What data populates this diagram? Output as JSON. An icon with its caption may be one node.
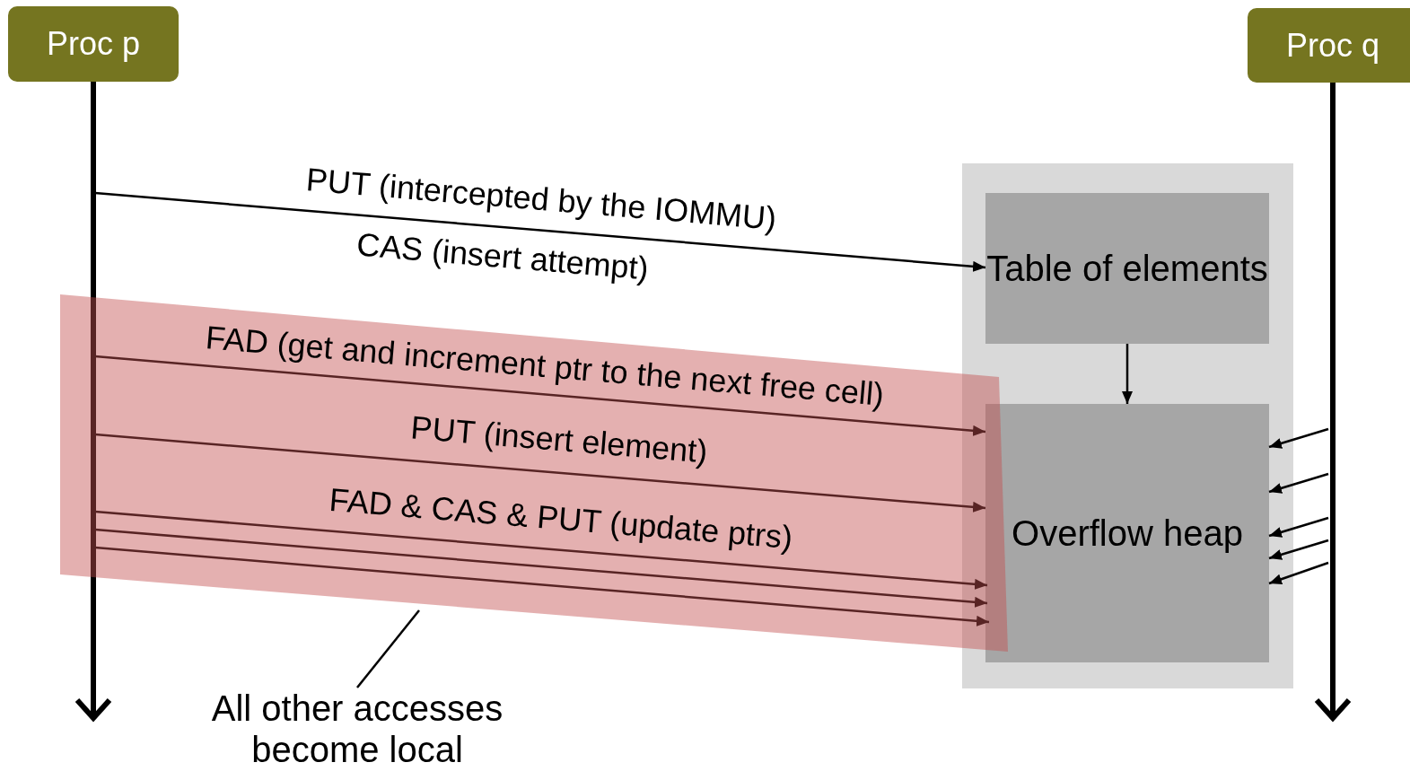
{
  "diagram": {
    "nodes": [
      {
        "text": [
          "Proc p"
        ]
      },
      {
        "text": [
          "Proc q"
        ]
      },
      {
        "text": [],
        "shape": "box"
      },
      {
        "text": [
          "Table of elements"
        ],
        "in": 2
      },
      {
        "text": [
          "Overflow heap"
        ],
        "in": 2
      },
      {
        "text": [],
        "shape": "band"
      },
      {
        "text": [
          "All other accesses become local"
        ]
      }
    ],
    "edges": [
      {
        "from": 0,
        "to": null,
        "arrow": "to",
        "style": "thick"
      },
      {
        "from": 1,
        "to": null,
        "arrow": "to",
        "style": "thick"
      },
      {
        "from": null,
        "to": 3,
        "arrow": "to",
        "label": "PUT (intercepted by the IOMMU)"
      },
      {
        "from": 3,
        "to": 4,
        "arrow": "to"
      },
      {
        "from": 5,
        "to": 4,
        "arrow": "to",
        "label": "FAD (get and increment ptr to the next free cell)"
      },
      {
        "from": 5,
        "to": 4,
        "arrow": "to",
        "label": "PUT (insert element)"
      },
      {
        "from": 5,
        "to": 4,
        "arrow": "to",
        "label": "FAD & CAS & PUT (update ptrs)"
      },
      {
        "from": 5,
        "to": 4,
        "arrow": "to"
      },
      {
        "from": 5,
        "to": 4,
        "arrow": "to"
      },
      {
        "from": null,
        "to": 4,
        "arrow": "to"
      },
      {
        "from": null,
        "to": 4,
        "arrow": "to"
      },
      {
        "from": null,
        "to": 4,
        "arrow": "to"
      },
      {
        "from": null,
        "to": 4,
        "arrow": "to"
      },
      {
        "from": null,
        "to": 4,
        "arrow": "to"
      },
      {
        "from": 6,
        "to": 5,
        "arrow": "none"
      }
    ],
    "labels": [
      "CAS (insert attempt)"
    ]
  }
}
